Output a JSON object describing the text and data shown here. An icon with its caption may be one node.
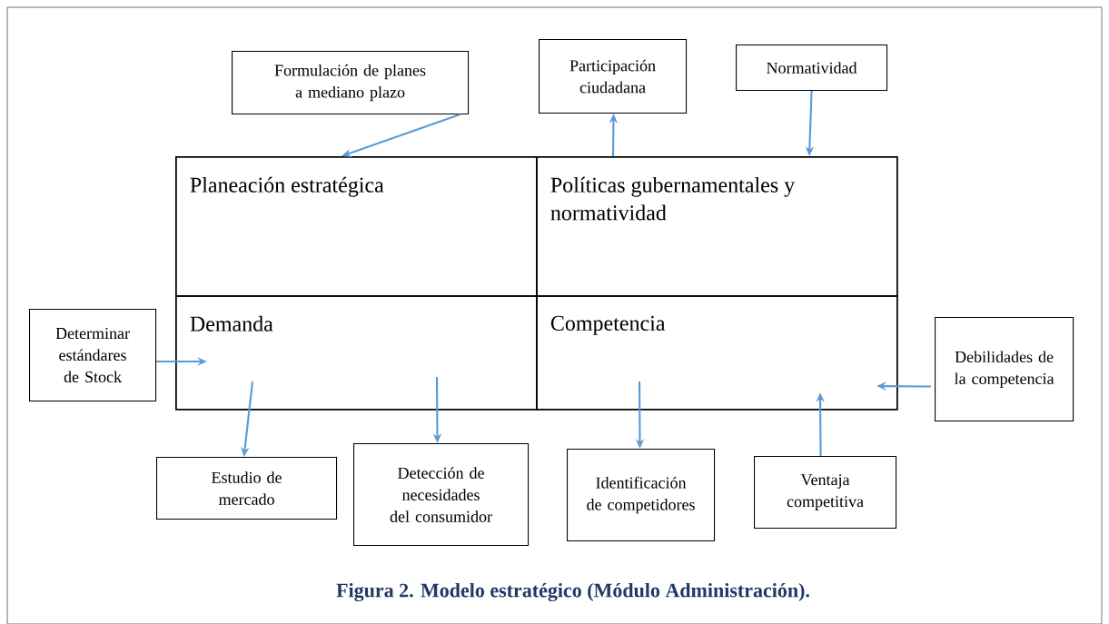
{
  "diagram": {
    "caption": "Figura 2. Modelo estratégico (Módulo Administración).",
    "nodes": [
      {
        "text": [
          "Planeación estratégica"
        ]
      },
      {
        "text": [
          "Políticas gubernamentales y normatividad"
        ]
      },
      {
        "text": [
          "Demanda"
        ]
      },
      {
        "text": [
          "Competencia"
        ]
      },
      {
        "text": [
          "Formulación de planes a mediano plazo"
        ]
      },
      {
        "text": [
          "Participación ciudadana"
        ]
      },
      {
        "text": [
          "Normatividad"
        ]
      },
      {
        "text": [
          "Determinar estándares de Stock"
        ]
      },
      {
        "text": [
          "Debilidades de la competencia"
        ]
      },
      {
        "text": [
          "Estudio de mercado"
        ]
      },
      {
        "text": [
          "Detección de necesidades del consumidor"
        ]
      },
      {
        "text": [
          "Identificación de competidores"
        ]
      },
      {
        "text": [
          "Ventaja competitiva"
        ]
      }
    ],
    "edges": [
      {
        "from": 4,
        "to": 0,
        "arrow": "to"
      },
      {
        "from": 1,
        "to": 5,
        "arrow": "to"
      },
      {
        "from": 6,
        "to": 1,
        "arrow": "to"
      },
      {
        "from": 7,
        "to": 2,
        "arrow": "to"
      },
      {
        "from": 2,
        "to": 9,
        "arrow": "to"
      },
      {
        "from": 2,
        "to": 10,
        "arrow": "to"
      },
      {
        "from": 3,
        "to": 11,
        "arrow": "to"
      },
      {
        "from": 12,
        "to": 3,
        "arrow": "to"
      },
      {
        "from": 8,
        "to": 3,
        "arrow": "to"
      }
    ]
  }
}
